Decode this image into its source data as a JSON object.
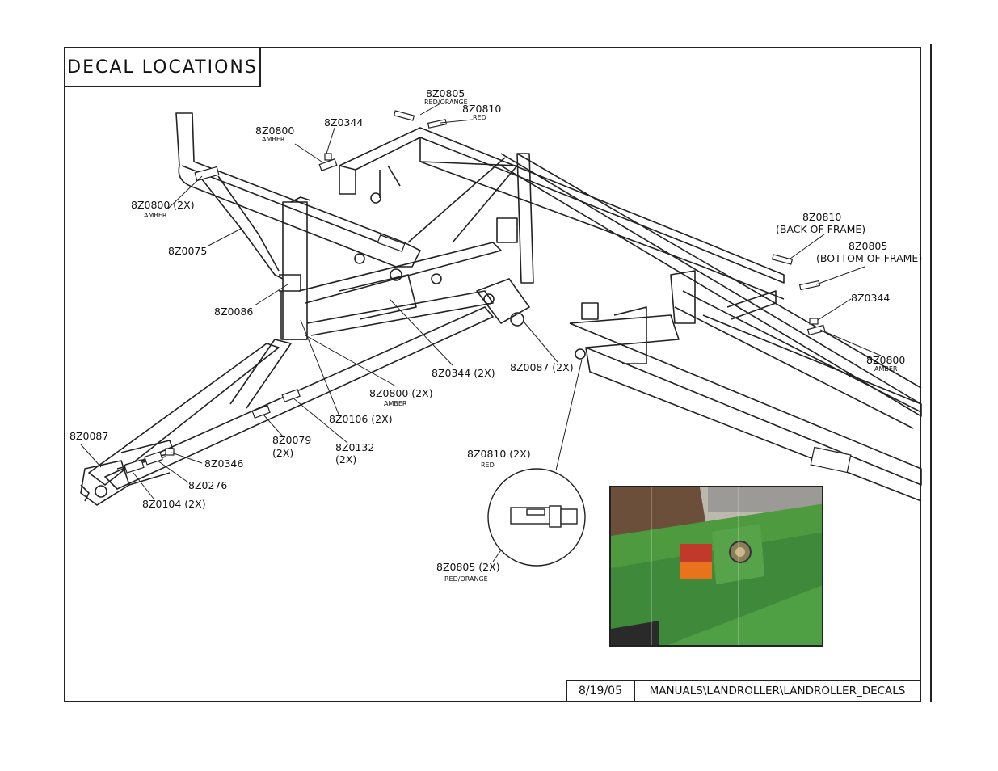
{
  "header": {
    "title": "DECAL LOCATIONS"
  },
  "footer": {
    "date": "8/19/05",
    "path": "MANUALS\\LANDROLLER\\LANDROLLER_DECALS"
  },
  "labels": {
    "l01": "8Z0805",
    "l01s": "RED/ORANGE",
    "l02": "8Z0810",
    "l02s": "RED",
    "l03": "8Z0344",
    "l04": "8Z0800",
    "l04s": "AMBER",
    "l05": "8Z0800 (2X)",
    "l05s": "AMBER",
    "l06": "8Z0075",
    "l07": "8Z0086",
    "l08": "8Z0810",
    "l09": "(BACK OF FRAME)",
    "l10": "8Z0805",
    "l11": "(BOTTOM OF FRAME)",
    "l12": "8Z0344",
    "l13": "8Z0800",
    "l13s": "AMBER",
    "l14": "8Z0344 (2X)",
    "l15": "8Z0087 (2X)",
    "l16": "8Z0800 (2X)",
    "l16s": "AMBER",
    "l17": "8Z0106 (2X)",
    "l18": "8Z0087",
    "l19": "8Z0079",
    "l20": "(2X)",
    "l21": "8Z0132",
    "l22": "(2X)",
    "l23": "8Z0346",
    "l24": "8Z0276",
    "l25": "8Z0104 (2X)",
    "l26": "8Z0810 (2X)",
    "l26s": "RED",
    "l27": "8Z0805 (2X)",
    "l27s": "RED/ORANGE"
  },
  "colors": {
    "line": "#222222",
    "frame_green": "#3f8a3a",
    "reflector_red": "#c0392b",
    "reflector_orange": "#e8731c"
  }
}
